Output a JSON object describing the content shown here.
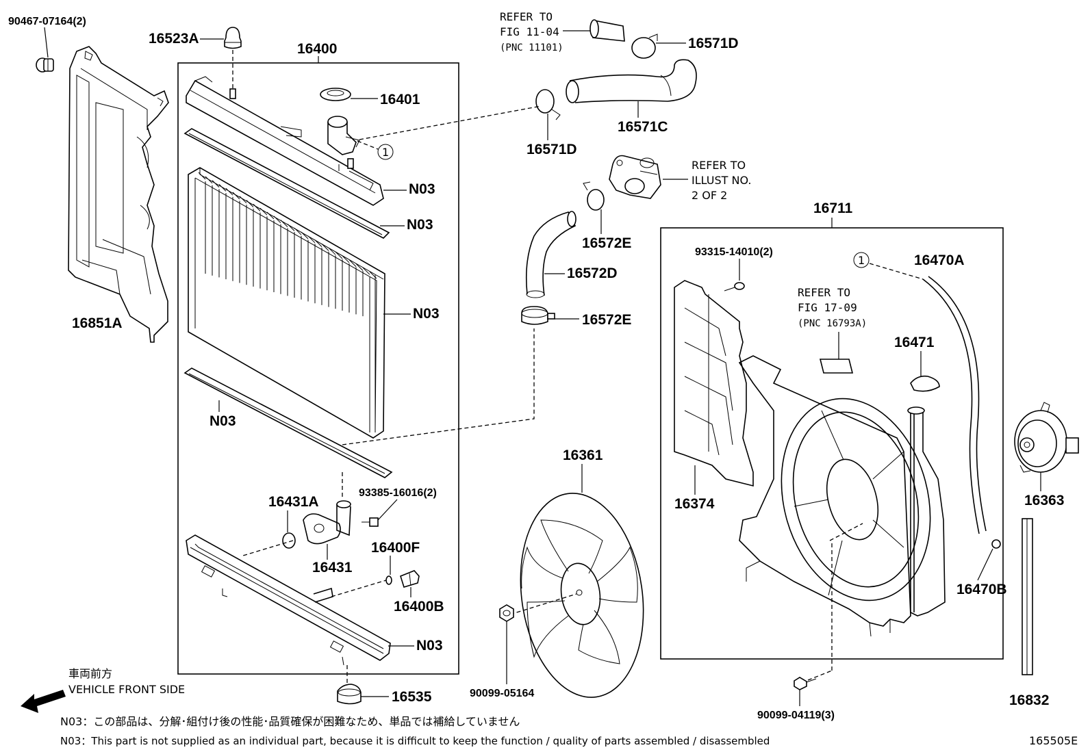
{
  "labels": {
    "p90467": "90467-07164(2)",
    "p16523A": "16523A",
    "p16400": "16400",
    "p16401": "16401",
    "n03_1": "N03",
    "n03_2": "N03",
    "n03_3": "N03",
    "n03_4": "N03",
    "n03_5": "N03",
    "p16851A": "16851A",
    "p16431A": "16431A",
    "p16431": "16431",
    "p93385": "93385-16016(2)",
    "p16400F": "16400F",
    "p16400B": "16400B",
    "p16535": "16535",
    "p16571D_a": "16571D",
    "p16571D_b": "16571D",
    "p16571C": "16571C",
    "p16572E_a": "16572E",
    "p16572D": "16572D",
    "p16572E_b": "16572E",
    "p16361": "16361",
    "p90099_05164": "90099-05164",
    "p16711": "16711",
    "p93315": "93315-14010(2)",
    "p16470A": "16470A",
    "p16471": "16471",
    "p16374": "16374",
    "p16470B": "16470B",
    "p16363": "16363",
    "p16832": "16832",
    "p90099_04119": "90099-04119(3)",
    "circle1_a": "1",
    "circle1_b": "1"
  },
  "refs": {
    "fig1104": [
      "REFER TO",
      "FIG 11-04",
      "(PNC 11101)"
    ],
    "illust": [
      "REFER TO",
      "ILLUST NO.",
      "2 OF 2"
    ],
    "fig1709": [
      "REFER TO",
      "FIG 17-09",
      "(PNC 16793A)"
    ]
  },
  "front": {
    "jp": "車両前方",
    "en": "VEHICLE FRONT SIDE"
  },
  "notes": {
    "jp": "N03：この部品は、分解･組付け後の性能･品質確保が困難なため、単品では補給していません",
    "en": "N03：This part is not supplied as an individual part, because it is difficult to keep the function / quality of parts assembled / disassembled"
  },
  "figure_code": "165505E"
}
